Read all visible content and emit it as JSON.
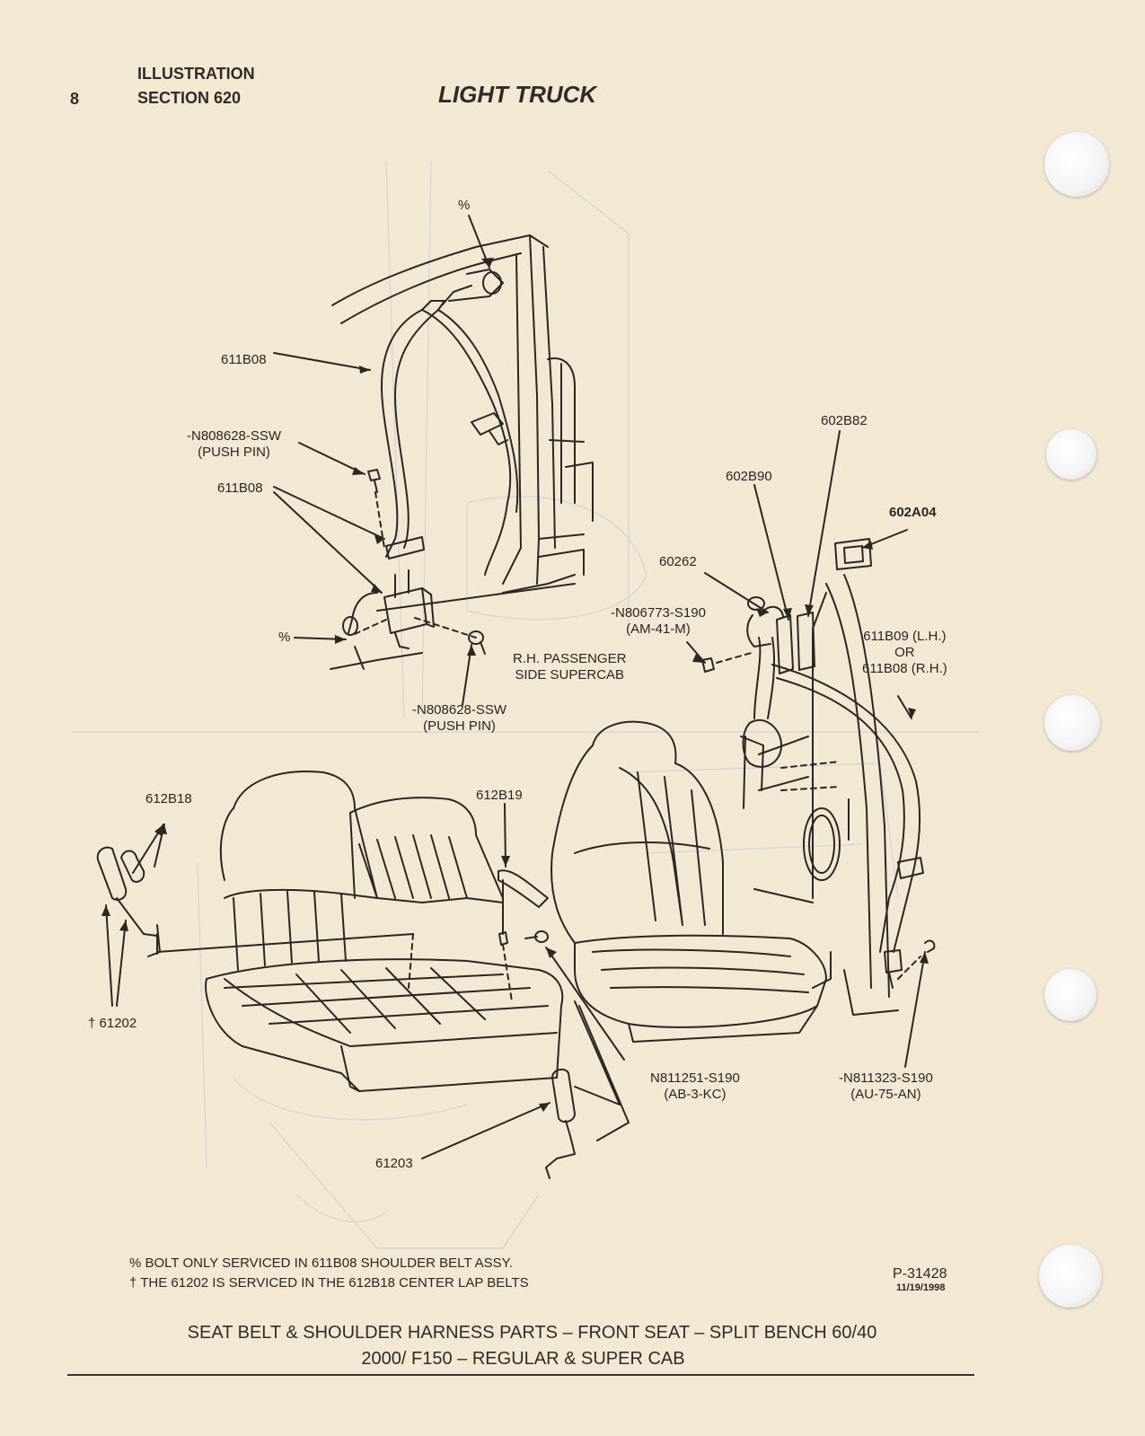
{
  "header": {
    "page_number": "8",
    "line1": "ILLUSTRATION",
    "line2": "SECTION 620",
    "title": "LIGHT TRUCK"
  },
  "labels": {
    "percent_top": "%",
    "l611b08_a": "611B08",
    "n808628_a_1": "-N808628-SSW",
    "n808628_a_2": "(PUSH PIN)",
    "l611b08_b": "611B08",
    "percent_left": "%",
    "n808628_b_1": "-N808628-SSW",
    "n808628_b_2": "(PUSH PIN)",
    "rh_passenger_1": "R.H. PASSENGER",
    "rh_passenger_2": "SIDE SUPERCAB",
    "l602b82": "602B82",
    "l602b90": "602B90",
    "l602a04": "602A04",
    "l60262": "60262",
    "n806773_1": "-N806773-S190",
    "n806773_2": "(AM-41-M)",
    "l611b09_1": "611B09 (L.H.)",
    "l611b09_2": "OR",
    "l611b09_3": "611B08 (R.H.)",
    "l612b18": "612B18",
    "l612b19": "612B19",
    "l61202": "† 61202",
    "n811251_1": "N811251-S190",
    "n811251_2": "(AB-3-KC)",
    "n811323_1": "-N811323-S190",
    "n811323_2": "(AU-75-AN)",
    "l61203": "61203"
  },
  "notes": {
    "note1": "% BOLT ONLY SERVICED IN  611B08 SHOULDER BELT ASSY.",
    "note2": "† THE 61202 IS SERVICED IN THE 612B18 CENTER LAP BELTS",
    "part_ref": "P-31428",
    "date": "11/19/1998"
  },
  "caption": {
    "line1": "SEAT BELT & SHOULDER HARNESS PARTS – FRONT SEAT – SPLIT BENCH 60/40",
    "line2": "2000/ F150 – REGULAR & SUPER CAB"
  },
  "colors": {
    "paper": "#f3e8d3",
    "ink": "#2a2622",
    "bleed": "#c9cfd6"
  }
}
